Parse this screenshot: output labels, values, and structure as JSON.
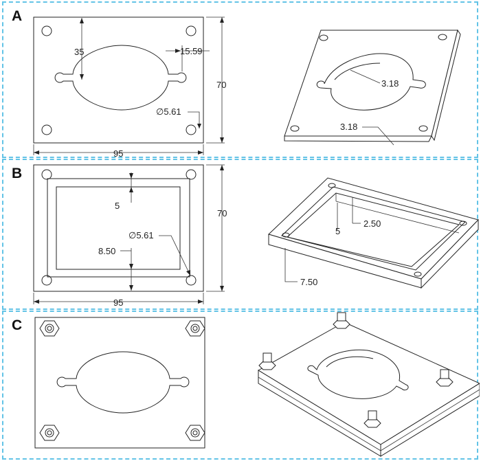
{
  "panels": [
    {
      "label": "A"
    },
    {
      "label": "B"
    },
    {
      "label": "C"
    }
  ],
  "panel_a": {
    "dim_height_top": "35",
    "dim_lobe": "15.59",
    "dim_height": "70",
    "dim_width": "95",
    "dim_hole": "∅5.61",
    "dim_thickness_inner": "3.18",
    "dim_thickness_edge": "3.18"
  },
  "panel_b": {
    "dim_wall": "5",
    "dim_height": "70",
    "dim_hole": "∅5.61",
    "dim_border": "8.50",
    "dim_width": "95",
    "dim_step": "2.50",
    "dim_step_wall": "5",
    "dim_depth": "7.50"
  },
  "colors": {
    "frame": "#62c3e6",
    "stroke": "#222222"
  }
}
